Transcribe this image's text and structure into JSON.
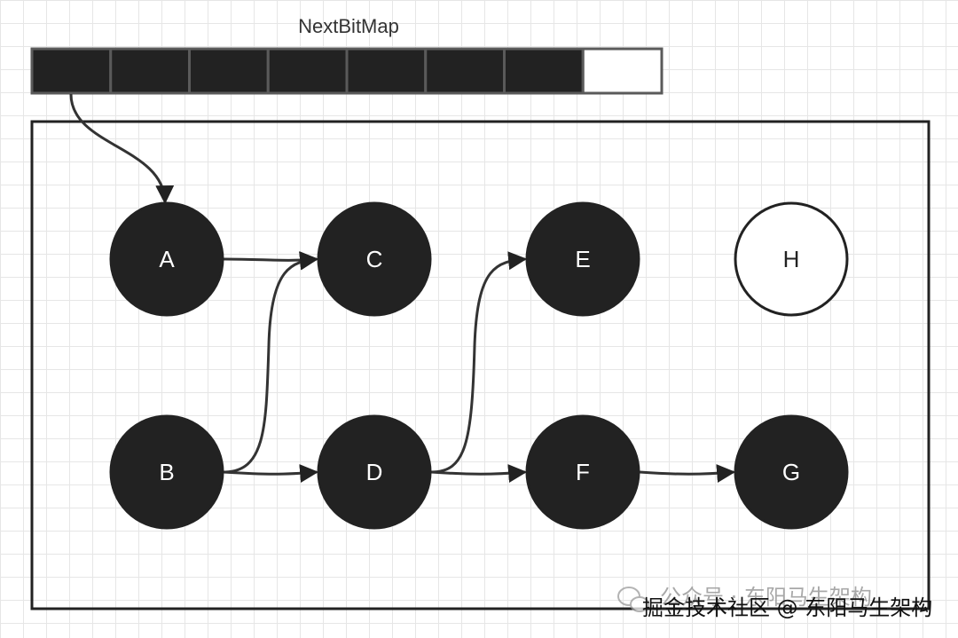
{
  "bitmap": {
    "title": "NextBitMap",
    "cells": [
      true,
      true,
      true,
      true,
      true,
      true,
      true,
      false
    ]
  },
  "nodes": [
    {
      "id": "A",
      "label": "A",
      "marked": true
    },
    {
      "id": "C",
      "label": "C",
      "marked": true
    },
    {
      "id": "E",
      "label": "E",
      "marked": true
    },
    {
      "id": "H",
      "label": "H",
      "marked": false
    },
    {
      "id": "B",
      "label": "B",
      "marked": true
    },
    {
      "id": "D",
      "label": "D",
      "marked": true
    },
    {
      "id": "F",
      "label": "F",
      "marked": true
    },
    {
      "id": "G",
      "label": "G",
      "marked": true
    }
  ],
  "edges": [
    {
      "from": "A",
      "to": "C"
    },
    {
      "from": "B",
      "to": "C"
    },
    {
      "from": "B",
      "to": "D"
    },
    {
      "from": "D",
      "to": "E"
    },
    {
      "from": "D",
      "to": "F"
    },
    {
      "from": "F",
      "to": "G"
    },
    {
      "from": "bitmap-cell-0",
      "to": "A"
    }
  ],
  "watermark": {
    "line1": "公众号 · 东阳马生架构",
    "line2": "掘金技术社区 @ 东阳马生架构"
  },
  "colors": {
    "marked_fill": "#222222",
    "unmarked_fill": "#ffffff",
    "stroke": "#222222",
    "marked_text": "#ffffff",
    "unmarked_text": "#222222"
  }
}
